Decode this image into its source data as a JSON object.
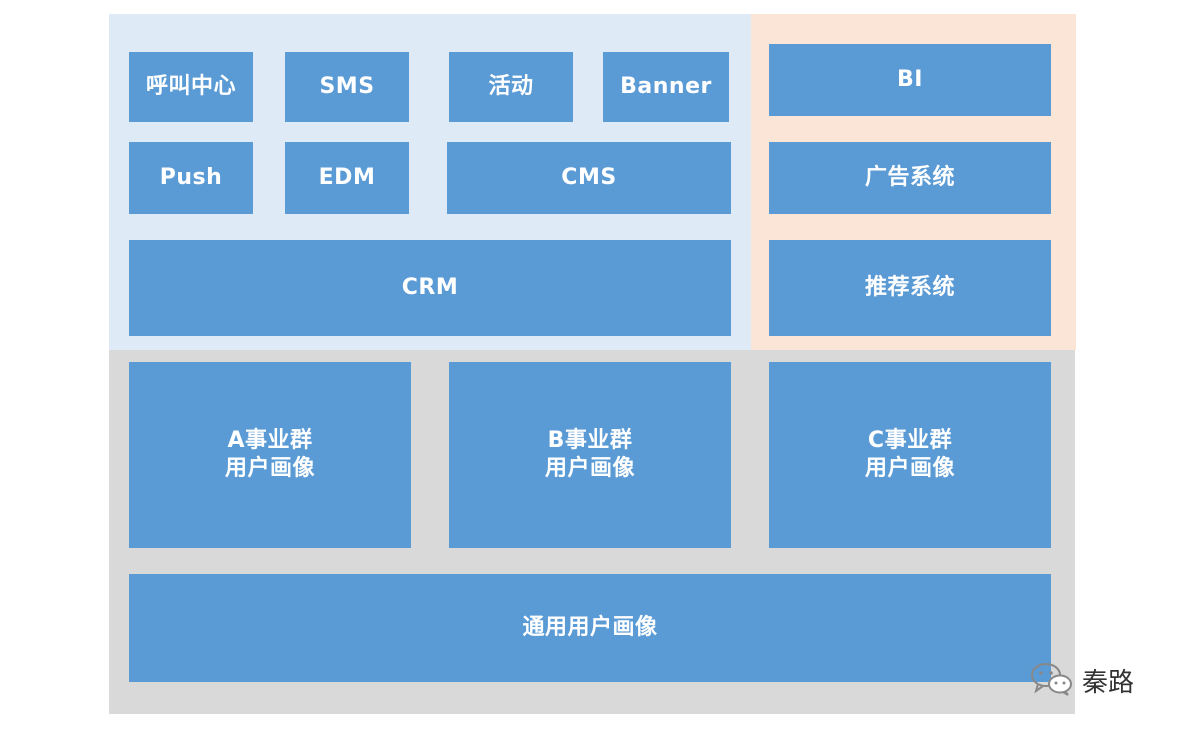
{
  "colors": {
    "app_region_bg": "#deeaf6",
    "intel_region_bg": "#fbe5d6",
    "portrait_region_bg": "#d9d9d9",
    "box_bg": "#5b9bd5",
    "box_text": "#ffffff"
  },
  "blocks": {
    "call_center": "呼叫中心",
    "sms": "SMS",
    "activity": "活动",
    "banner": "Banner",
    "push": "Push",
    "edm": "EDM",
    "cms": "CMS",
    "crm": "CRM",
    "bi": "BI",
    "ad_system": "广告系统",
    "recommend_system": "推荐系统",
    "portrait_a_line1": "A事业群",
    "portrait_a_line2": "用户画像",
    "portrait_b_line1": "B事业群",
    "portrait_b_line2": "用户画像",
    "portrait_c_line1": "C事业群",
    "portrait_c_line2": "用户画像",
    "general_portrait": "通用用户画像"
  },
  "watermark": {
    "icon": "wechat-icon",
    "text": "秦路"
  }
}
